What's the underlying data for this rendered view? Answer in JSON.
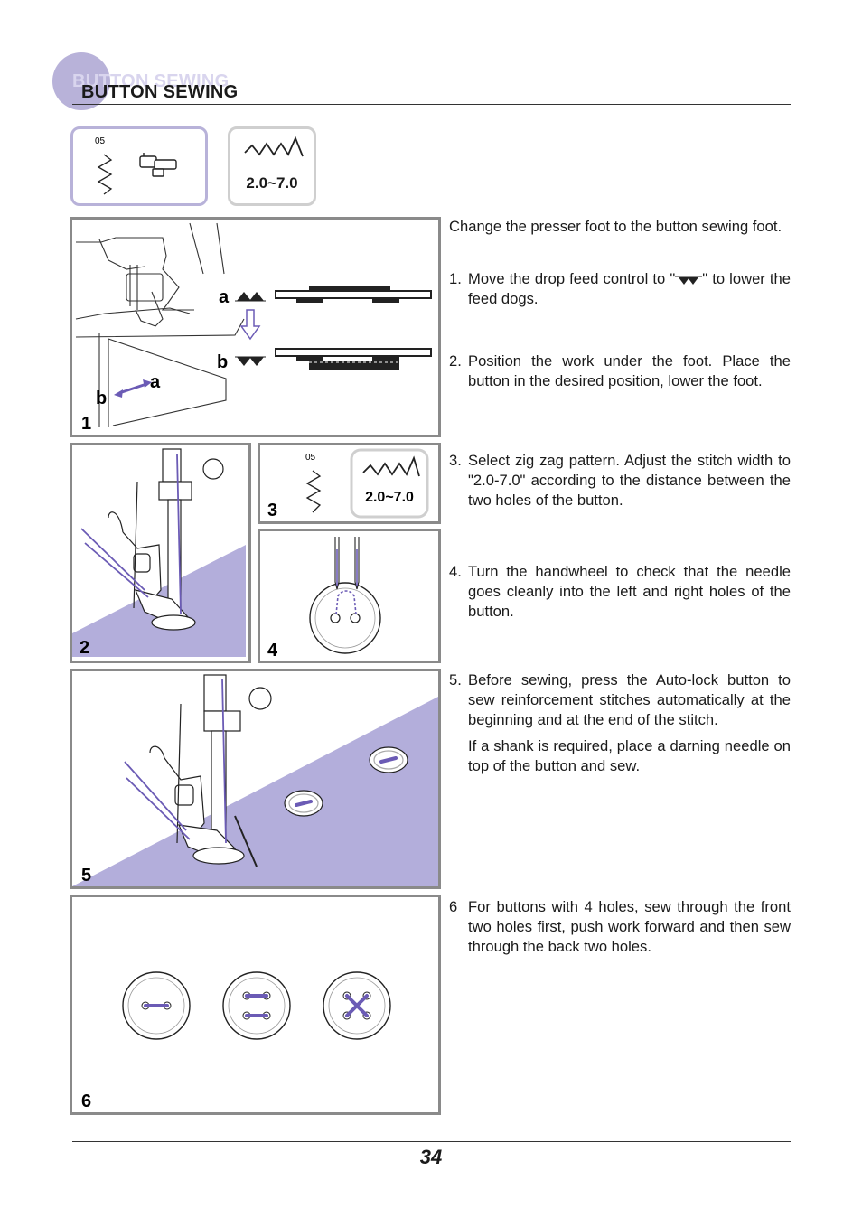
{
  "header": {
    "title": "BUTTON SEWING"
  },
  "settings": {
    "pattern_number": "05",
    "stitch_width": "2.0~7.0"
  },
  "figures": {
    "fig1": {
      "label": "1",
      "a": "a",
      "b": "b"
    },
    "fig2": {
      "label": "2"
    },
    "fig3": {
      "label": "3",
      "pattern_number": "05",
      "stitch_width": "2.0~7.0"
    },
    "fig4": {
      "label": "4"
    },
    "fig5": {
      "label": "5"
    },
    "fig6": {
      "label": "6"
    }
  },
  "instructions": {
    "intro": "Change the presser foot to the button sewing foot.",
    "steps": [
      {
        "num": "1.",
        "text_before": "Move the drop feed control to \"",
        "text_after": "\" to lower the feed dogs."
      },
      {
        "num": "2.",
        "text": "Position the work under the foot. Place the button in the desired position, lower the foot."
      },
      {
        "num": "3.",
        "text": "Select zig zag pattern. Adjust the stitch width to \"2.0-7.0\" according to the distance between the two holes of the button."
      },
      {
        "num": "4.",
        "text": "Turn the handwheel to check that the needle goes cleanly into the left and right holes of the button."
      },
      {
        "num": "5.",
        "text": "Before sewing, press the Auto-lock button to sew reinforcement stitches automatically at the beginning and at the end of the stitch.",
        "note": "If a shank is required, place a darning needle on top of the button and sew."
      },
      {
        "num": "6",
        "text": "For buttons with 4 holes, sew through the front two holes first, push work forward and then sew through the back two holes."
      }
    ]
  },
  "footer": {
    "page_number": "34"
  },
  "colors": {
    "accent": "#b8b2d9",
    "fabric": "#b3aedb",
    "thread": "#6b5bb5",
    "border": "#8a8a8a"
  }
}
